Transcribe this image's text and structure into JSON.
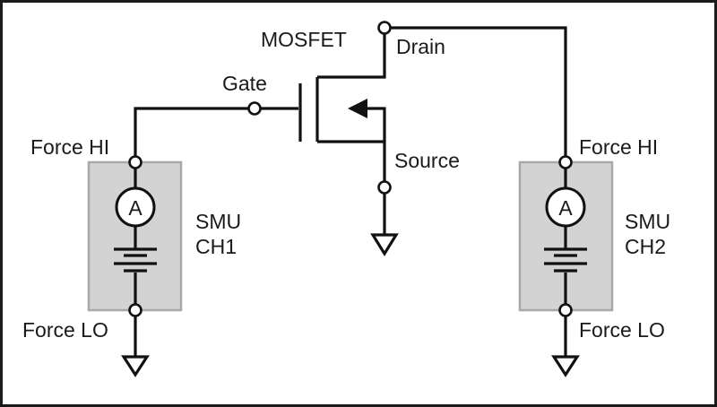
{
  "mosfet": {
    "title": "MOSFET",
    "gate_label": "Gate",
    "drain_label": "Drain",
    "source_label": "Source"
  },
  "smu_ch1": {
    "force_hi": "Force HI",
    "force_lo": "Force LO",
    "name_line1": "SMU",
    "name_line2": "CH1",
    "meter_symbol": "A"
  },
  "smu_ch2": {
    "force_hi": "Force HI",
    "force_lo": "Force LO",
    "name_line1": "SMU",
    "name_line2": "CH2",
    "meter_symbol": "A"
  },
  "icons": [
    "ammeter-icon",
    "battery-icon",
    "ground-icon",
    "terminal-icon",
    "mosfet-symbol-icon"
  ],
  "colors": {
    "smu_fill": "#d3d3d3",
    "wire": "#111111",
    "border": "#1a1a1a"
  }
}
